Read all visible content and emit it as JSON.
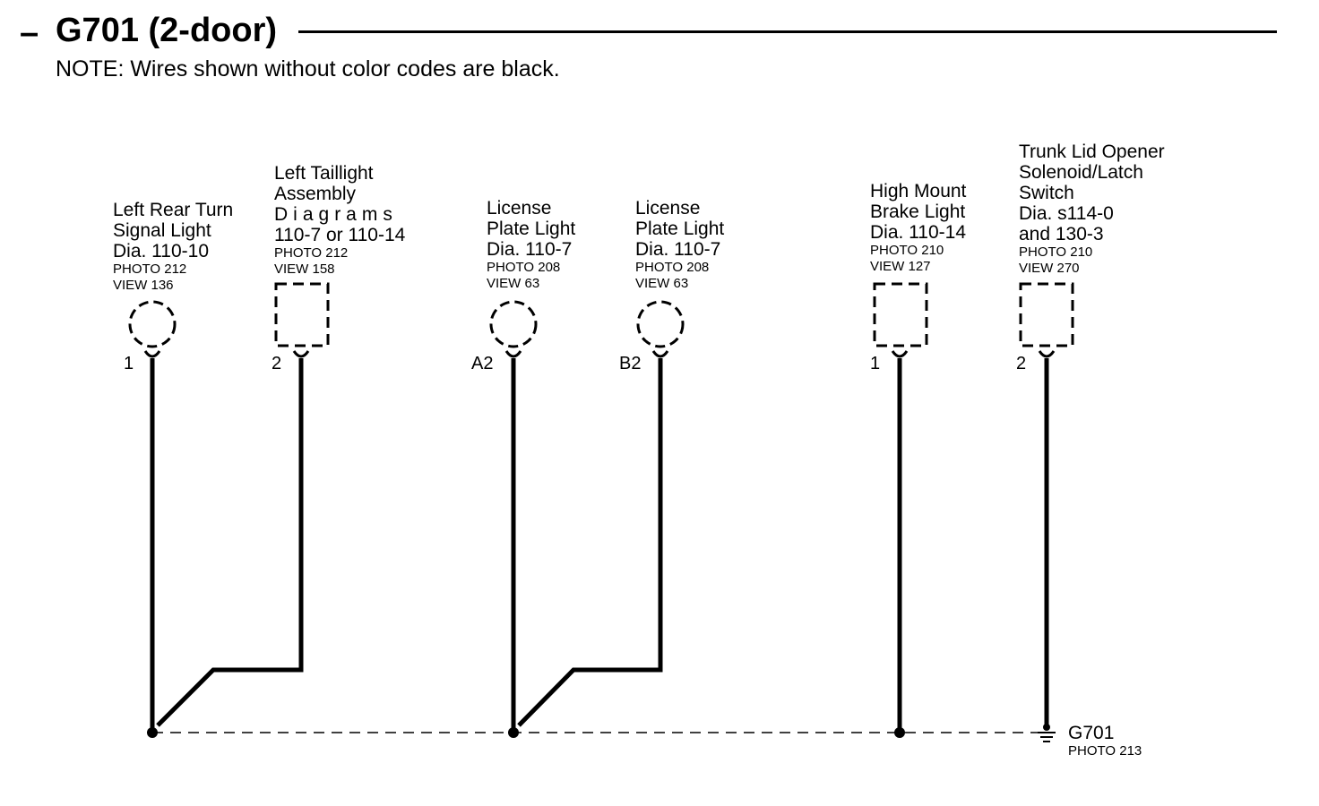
{
  "header": {
    "dash": "–",
    "title": "G701 (2-door)",
    "note": "NOTE: Wires shown without color codes are black."
  },
  "components": [
    {
      "lines": [
        "Left Rear Turn",
        "Signal Light",
        "Dia. 110-10"
      ],
      "photo": "PHOTO 212",
      "view": "VIEW 136",
      "pin": "1"
    },
    {
      "lines": [
        "Left Taillight",
        "Assembly",
        "Diagrams",
        "110-7 or 110-14"
      ],
      "photo": "PHOTO 212",
      "view": "VIEW 158",
      "pin": "2"
    },
    {
      "lines": [
        "License",
        "Plate Light",
        "Dia. 110-7"
      ],
      "photo": "PHOTO 208",
      "view": "VIEW 63",
      "pin": "A2"
    },
    {
      "lines": [
        "License",
        "Plate Light",
        "Dia. 110-7"
      ],
      "photo": "PHOTO 208",
      "view": "VIEW 63",
      "pin": "B2"
    },
    {
      "lines": [
        "High Mount",
        "Brake Light",
        "Dia. 110-14"
      ],
      "photo": "PHOTO 210",
      "view": "VIEW 127",
      "pin": "1"
    },
    {
      "lines": [
        "Trunk Lid Opener",
        "Solenoid/Latch",
        "Switch",
        "Dia. s114-0",
        "and 130-3"
      ],
      "photo": "PHOTO 210",
      "view": "VIEW 270",
      "pin": "2"
    }
  ],
  "ground": {
    "label": "G701",
    "photo": "PHOTO 213"
  }
}
